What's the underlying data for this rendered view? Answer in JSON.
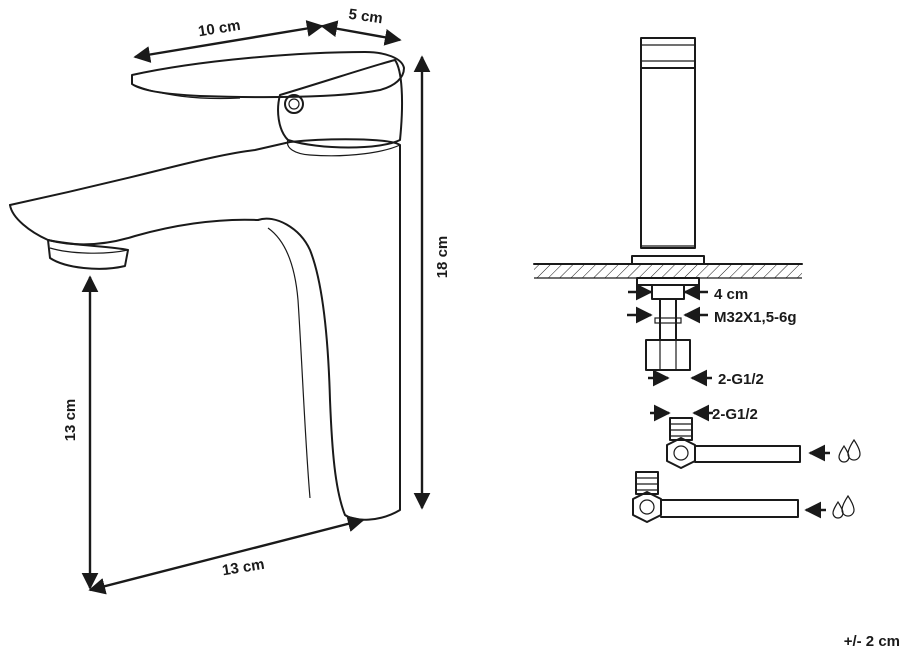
{
  "faucet": {
    "handle_length": "10 cm",
    "handle_width": "5 cm",
    "total_height": "18 cm",
    "spout_height": "13 cm",
    "base_length": "13 cm"
  },
  "install": {
    "hole_diameter": "4 cm",
    "thread": "M32X1,5-6g",
    "hose_connector": "2-G1/2",
    "valve_connector": "2-G1/2"
  },
  "icons": [
    "water-drops-icon",
    "water-drops-icon"
  ],
  "tolerance": "+/- 2 cm"
}
